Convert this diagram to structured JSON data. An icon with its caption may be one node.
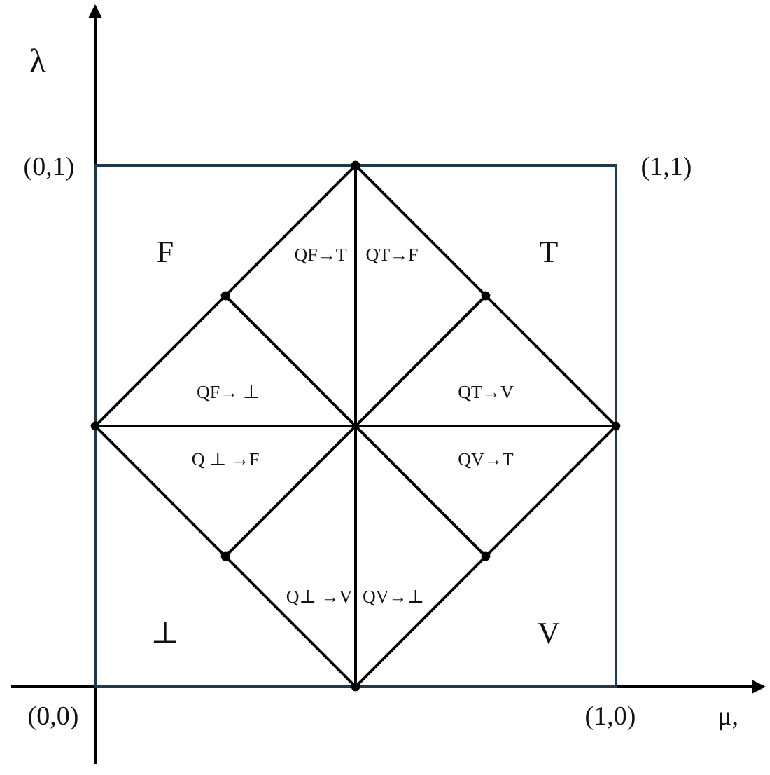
{
  "diagram": {
    "labels": [
      "λ",
      "(0,1)",
      "(1,1)",
      "F",
      "QF→T",
      "QT→F",
      "T",
      "QF→ ⊥",
      "QT→V",
      "Q ⊥ →F",
      "QV→T",
      "Q⊥ →V",
      "QV→⊥",
      "⊥",
      "V",
      "(0,0)",
      "(1,0)",
      "μ,"
    ]
  }
}
